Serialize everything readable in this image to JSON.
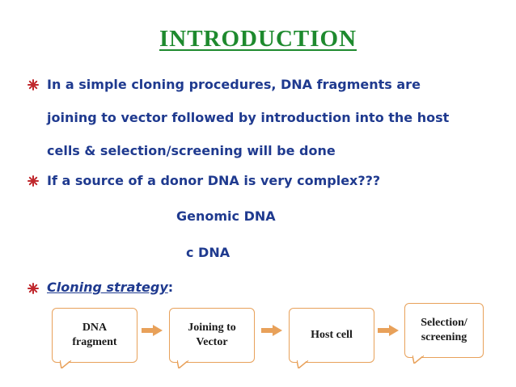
{
  "title": "INTRODUCTION",
  "bullets": {
    "b1_line1": "In a simple cloning procedures, DNA fragments are",
    "b1_line2": "joining to vector followed by introduction into the host",
    "b1_line3": "cells & selection/screening will be done",
    "b2_line1": "If a source of a donor DNA is very complex???",
    "b2_sub1": "Genomic DNA",
    "b2_sub2": "c DNA",
    "b3_text": "Cloning strategy",
    "b3_colon": ":"
  },
  "flow": {
    "step1_line1": "DNA",
    "step1_line2": "fragment",
    "step2_line1": "Joining to",
    "step2_line2": "Vector",
    "step3": "Host cell",
    "step4_line1": "Selection/",
    "step4_line2": "screening"
  },
  "colors": {
    "title": "#1e8a2e",
    "text": "#1f3a8f",
    "bullet": "#c0282d",
    "accent": "#e8a15a"
  }
}
